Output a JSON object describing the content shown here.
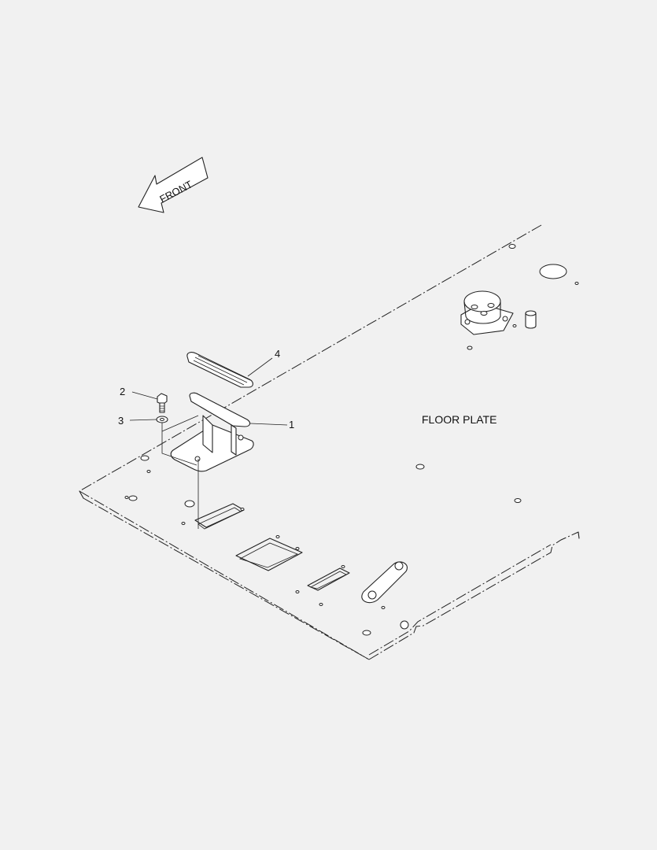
{
  "front_label": "FRONT",
  "floor_label": "FLOOR PLATE",
  "callouts": [
    {
      "id": "1",
      "text": "1"
    },
    {
      "id": "2",
      "text": "2"
    },
    {
      "id": "3",
      "text": "3"
    },
    {
      "id": "4",
      "text": "4"
    }
  ]
}
